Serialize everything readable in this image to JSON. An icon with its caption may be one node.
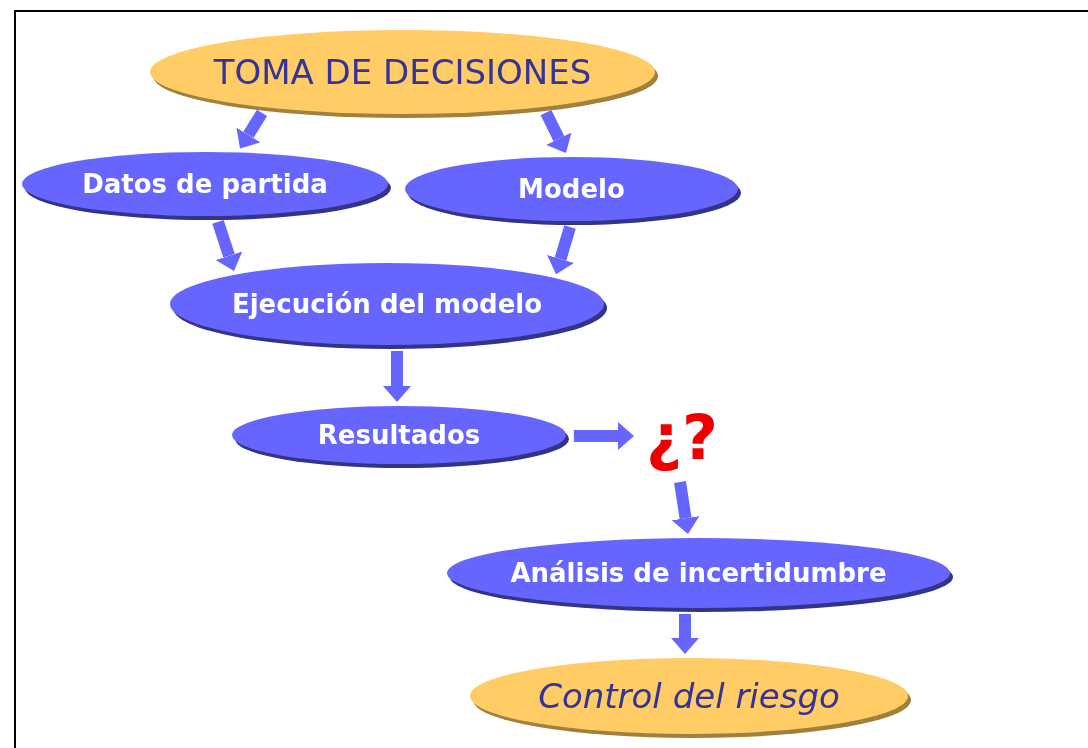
{
  "diagram": {
    "nodes": [
      {
        "text": [
          "TOMA DE DECISIONES"
        ]
      },
      {
        "text": [
          "Datos de partida"
        ]
      },
      {
        "text": [
          "Modelo"
        ]
      },
      {
        "text": [
          "Ejecución del modelo"
        ]
      },
      {
        "text": [
          "Resultados"
        ]
      },
      {
        "text": [
          "¿?"
        ]
      },
      {
        "text": [
          "Análisis de incertidumbre"
        ]
      },
      {
        "text": [
          "Control del riesgo"
        ]
      }
    ],
    "edges": [
      {
        "from": 0,
        "to": 1,
        "arrow": "to"
      },
      {
        "from": 0,
        "to": 2,
        "arrow": "to"
      },
      {
        "from": 1,
        "to": 3,
        "arrow": "to"
      },
      {
        "from": 2,
        "to": 3,
        "arrow": "to"
      },
      {
        "from": 3,
        "to": 4,
        "arrow": "to"
      },
      {
        "from": 4,
        "to": 5,
        "arrow": "to"
      },
      {
        "from": 5,
        "to": 6,
        "arrow": "to"
      },
      {
        "from": 6,
        "to": 7,
        "arrow": "to"
      }
    ]
  }
}
